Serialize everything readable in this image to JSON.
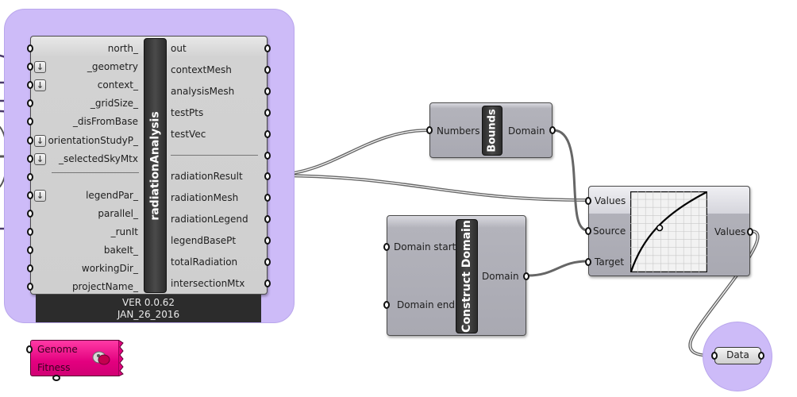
{
  "canvas": {
    "group_color": "#cdbbf8",
    "genome_color": "#e3007f"
  },
  "radiation": {
    "nickname": "radiationAnalysis",
    "inputs": [
      {
        "label": "north_",
        "flatten": false
      },
      {
        "label": "_geometry",
        "flatten": true
      },
      {
        "label": "context_",
        "flatten": true
      },
      {
        "label": "_gridSize_",
        "flatten": false
      },
      {
        "label": "_disFromBase",
        "flatten": false
      },
      {
        "label": "orientationStudyP_",
        "flatten": true
      },
      {
        "label": "_selectedSkyMtx",
        "flatten": true
      },
      {
        "label": "_______________",
        "flatten": false
      },
      {
        "label": "legendPar_",
        "flatten": true
      },
      {
        "label": "parallel_",
        "flatten": false
      },
      {
        "label": "_runIt",
        "flatten": false
      },
      {
        "label": "bakeIt_",
        "flatten": false
      },
      {
        "label": "workingDir_",
        "flatten": false
      },
      {
        "label": "projectName_",
        "flatten": false
      }
    ],
    "outputs": [
      "out",
      "contextMesh",
      "analysisMesh",
      "testPts",
      "testVec",
      "_______________",
      "radiationResult",
      "radiationMesh",
      "radiationLegend",
      "legendBasePt",
      "totalRadiation",
      "intersectionMtx"
    ],
    "version": "VER 0.0.62",
    "date": "JAN_26_2016",
    "flatten_icon": "down-arrow-icon"
  },
  "bounds": {
    "nickname": "Bounds",
    "input": "Numbers",
    "output": "Domain"
  },
  "construct_domain": {
    "nickname": "Construct Domain",
    "inputs": [
      "Domain start",
      "Domain end"
    ],
    "output": "Domain"
  },
  "graph_mapper": {
    "inputs": [
      "Values",
      "Source",
      "Target"
    ],
    "output": "Values",
    "graph_icon": "curve-graph-icon"
  },
  "genome": {
    "labels": [
      "Genome",
      "Fitness"
    ],
    "icon": "galapagos-icon"
  },
  "data_param": {
    "label": "Data"
  }
}
